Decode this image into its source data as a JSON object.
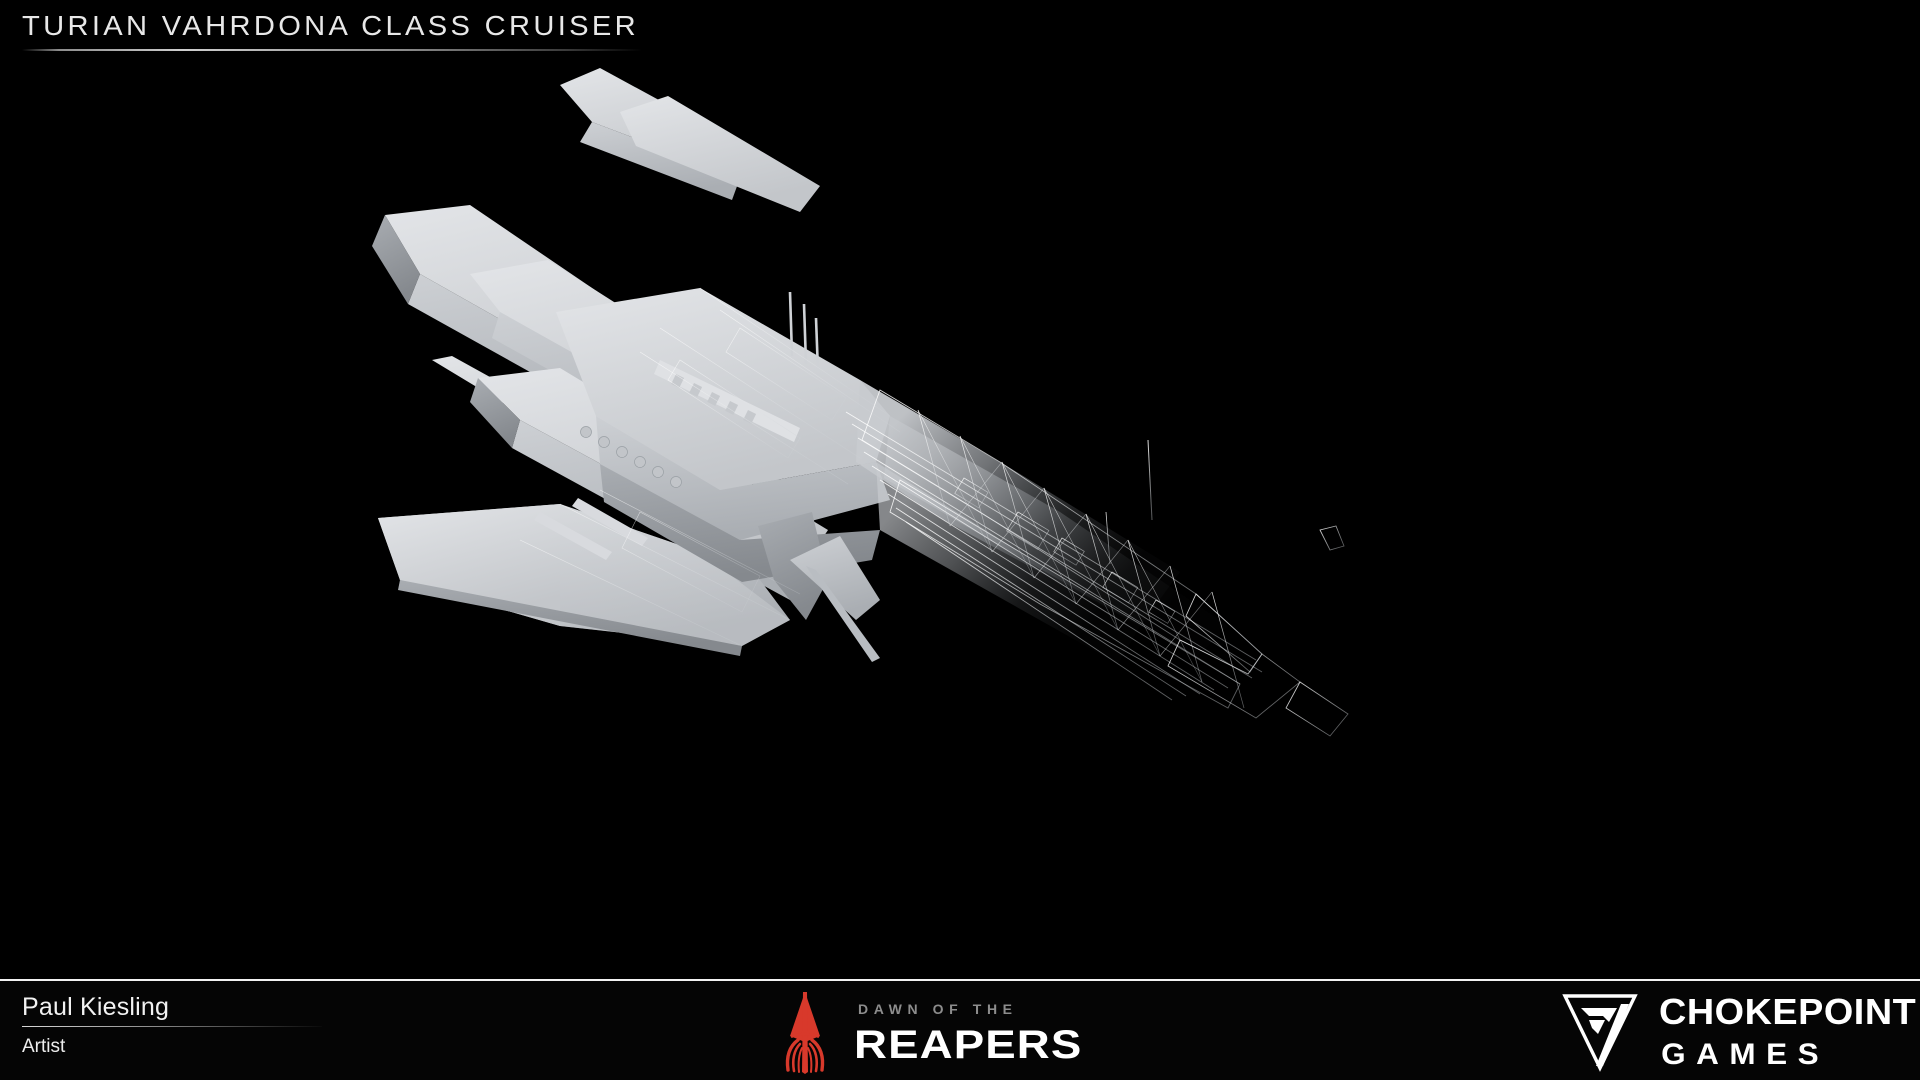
{
  "header": {
    "title": "TURIAN VAHRDONA CLASS CRUISER",
    "rule_color": "#cfcfcf"
  },
  "viewport": {
    "background_color": "#000000",
    "subject": "turian-vahrdona-class-cruiser",
    "render_style": "solid-shaded-front-to-wireframe-rear",
    "surface_color": "#c9cbcf",
    "wireframe_color": "#d8dade"
  },
  "footer": {
    "background_color": "#050505",
    "top_border_color": "#f2f2f2",
    "credit": {
      "name": "Paul Kiesling",
      "role": "Artist"
    },
    "game": {
      "tagline": "DAWN OF THE",
      "name": "REAPERS",
      "mark_color": "#d8392b",
      "tagline_color": "#8d8d8d"
    },
    "studio": {
      "name_line_1": "CHOKEPOINT",
      "name_line_2": "GAMES",
      "mark_color": "#ffffff"
    }
  }
}
